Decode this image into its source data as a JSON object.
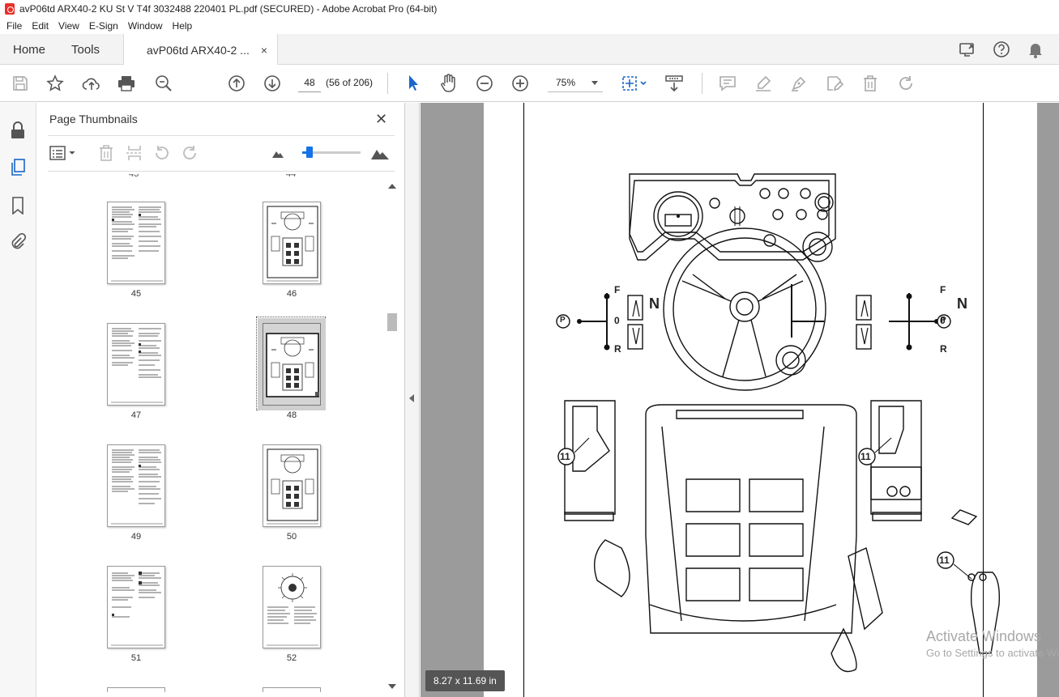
{
  "window": {
    "title": "avP06td ARX40-2 KU St V T4f 3032488 220401 PL.pdf (SECURED) - Adobe Acrobat Pro (64-bit)"
  },
  "menu": [
    "File",
    "Edit",
    "View",
    "E-Sign",
    "Window",
    "Help"
  ],
  "tabs": {
    "home": "Home",
    "tools": "Tools",
    "document": "avP06td ARX40-2 ...",
    "close_glyph": "×"
  },
  "toolbar": {
    "page_number": "48",
    "page_count": "(56 of 206)",
    "zoom": "75%"
  },
  "panel": {
    "title": "Page Thumbnails",
    "close_glyph": "✕",
    "slider_fraction": 0.13,
    "thumbnails": [
      {
        "label": "45",
        "kind": "text"
      },
      {
        "label": "46",
        "kind": "drawing"
      },
      {
        "label": "47",
        "kind": "text"
      },
      {
        "label": "48",
        "kind": "drawing",
        "selected": true
      },
      {
        "label": "49",
        "kind": "text"
      },
      {
        "label": "50",
        "kind": "drawing"
      },
      {
        "label": "51",
        "kind": "text"
      },
      {
        "label": "52",
        "kind": "dial"
      }
    ]
  },
  "drawing": {
    "gear_left": {
      "n": "N",
      "f": "F",
      "zero": "0",
      "r": "R",
      "p": "P"
    },
    "gear_right": {
      "n": "N",
      "f": "F",
      "zero": "0",
      "r": "R",
      "p": "P"
    },
    "callouts": [
      "11",
      "11",
      "11"
    ]
  },
  "status": {
    "page_size": "8.27 x 11.69 in"
  },
  "watermark": {
    "line1": "Activate Windows",
    "line2": "Go to Settings to activate Windows."
  }
}
